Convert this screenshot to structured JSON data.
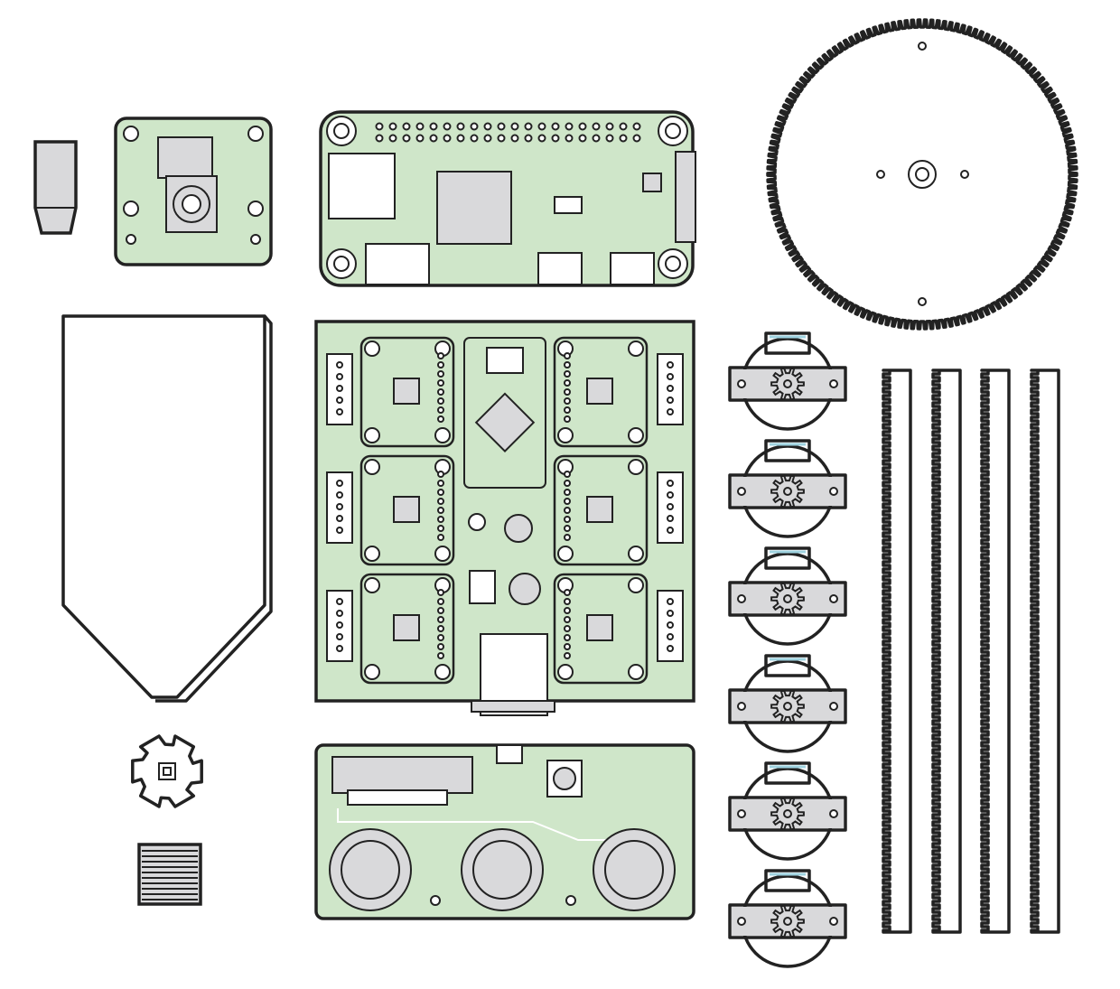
{
  "colors": {
    "pcb": "#cfe6c9",
    "outline": "#222222",
    "metal": "#d9d9db",
    "accent": "#9fd3e0",
    "background": "#ffffff"
  },
  "parts": {
    "stepper_motors": 6,
    "gear_racks": 4,
    "servo_boards": 6
  }
}
